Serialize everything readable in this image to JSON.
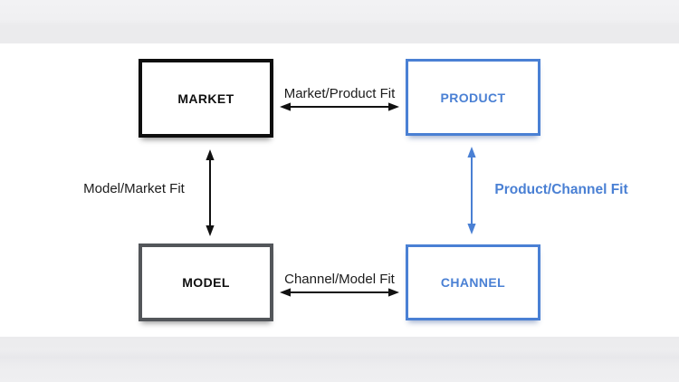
{
  "boxes": {
    "market": {
      "label": "MARKET"
    },
    "product": {
      "label": "PRODUCT"
    },
    "model": {
      "label": "MODEL"
    },
    "channel": {
      "label": "CHANNEL"
    }
  },
  "arrows": {
    "market_product": {
      "label": "Market/Product Fit",
      "direction": "horizontal",
      "color": "#111111"
    },
    "model_market": {
      "label": "Model/Market Fit",
      "direction": "vertical",
      "color": "#111111"
    },
    "product_channel": {
      "label": "Product/Channel Fit",
      "direction": "vertical",
      "color": "#4a80d4"
    },
    "channel_model": {
      "label": "Channel/Model Fit",
      "direction": "horizontal",
      "color": "#111111"
    }
  },
  "colors": {
    "accent_blue": "#4a80d4",
    "ink": "#111111",
    "box_black_border": "#0e0e0e",
    "box_gray_border": "#53565a",
    "label_text": "#1c1c1c",
    "background_bar": "#ececee",
    "slide_background": "#ffffff"
  }
}
